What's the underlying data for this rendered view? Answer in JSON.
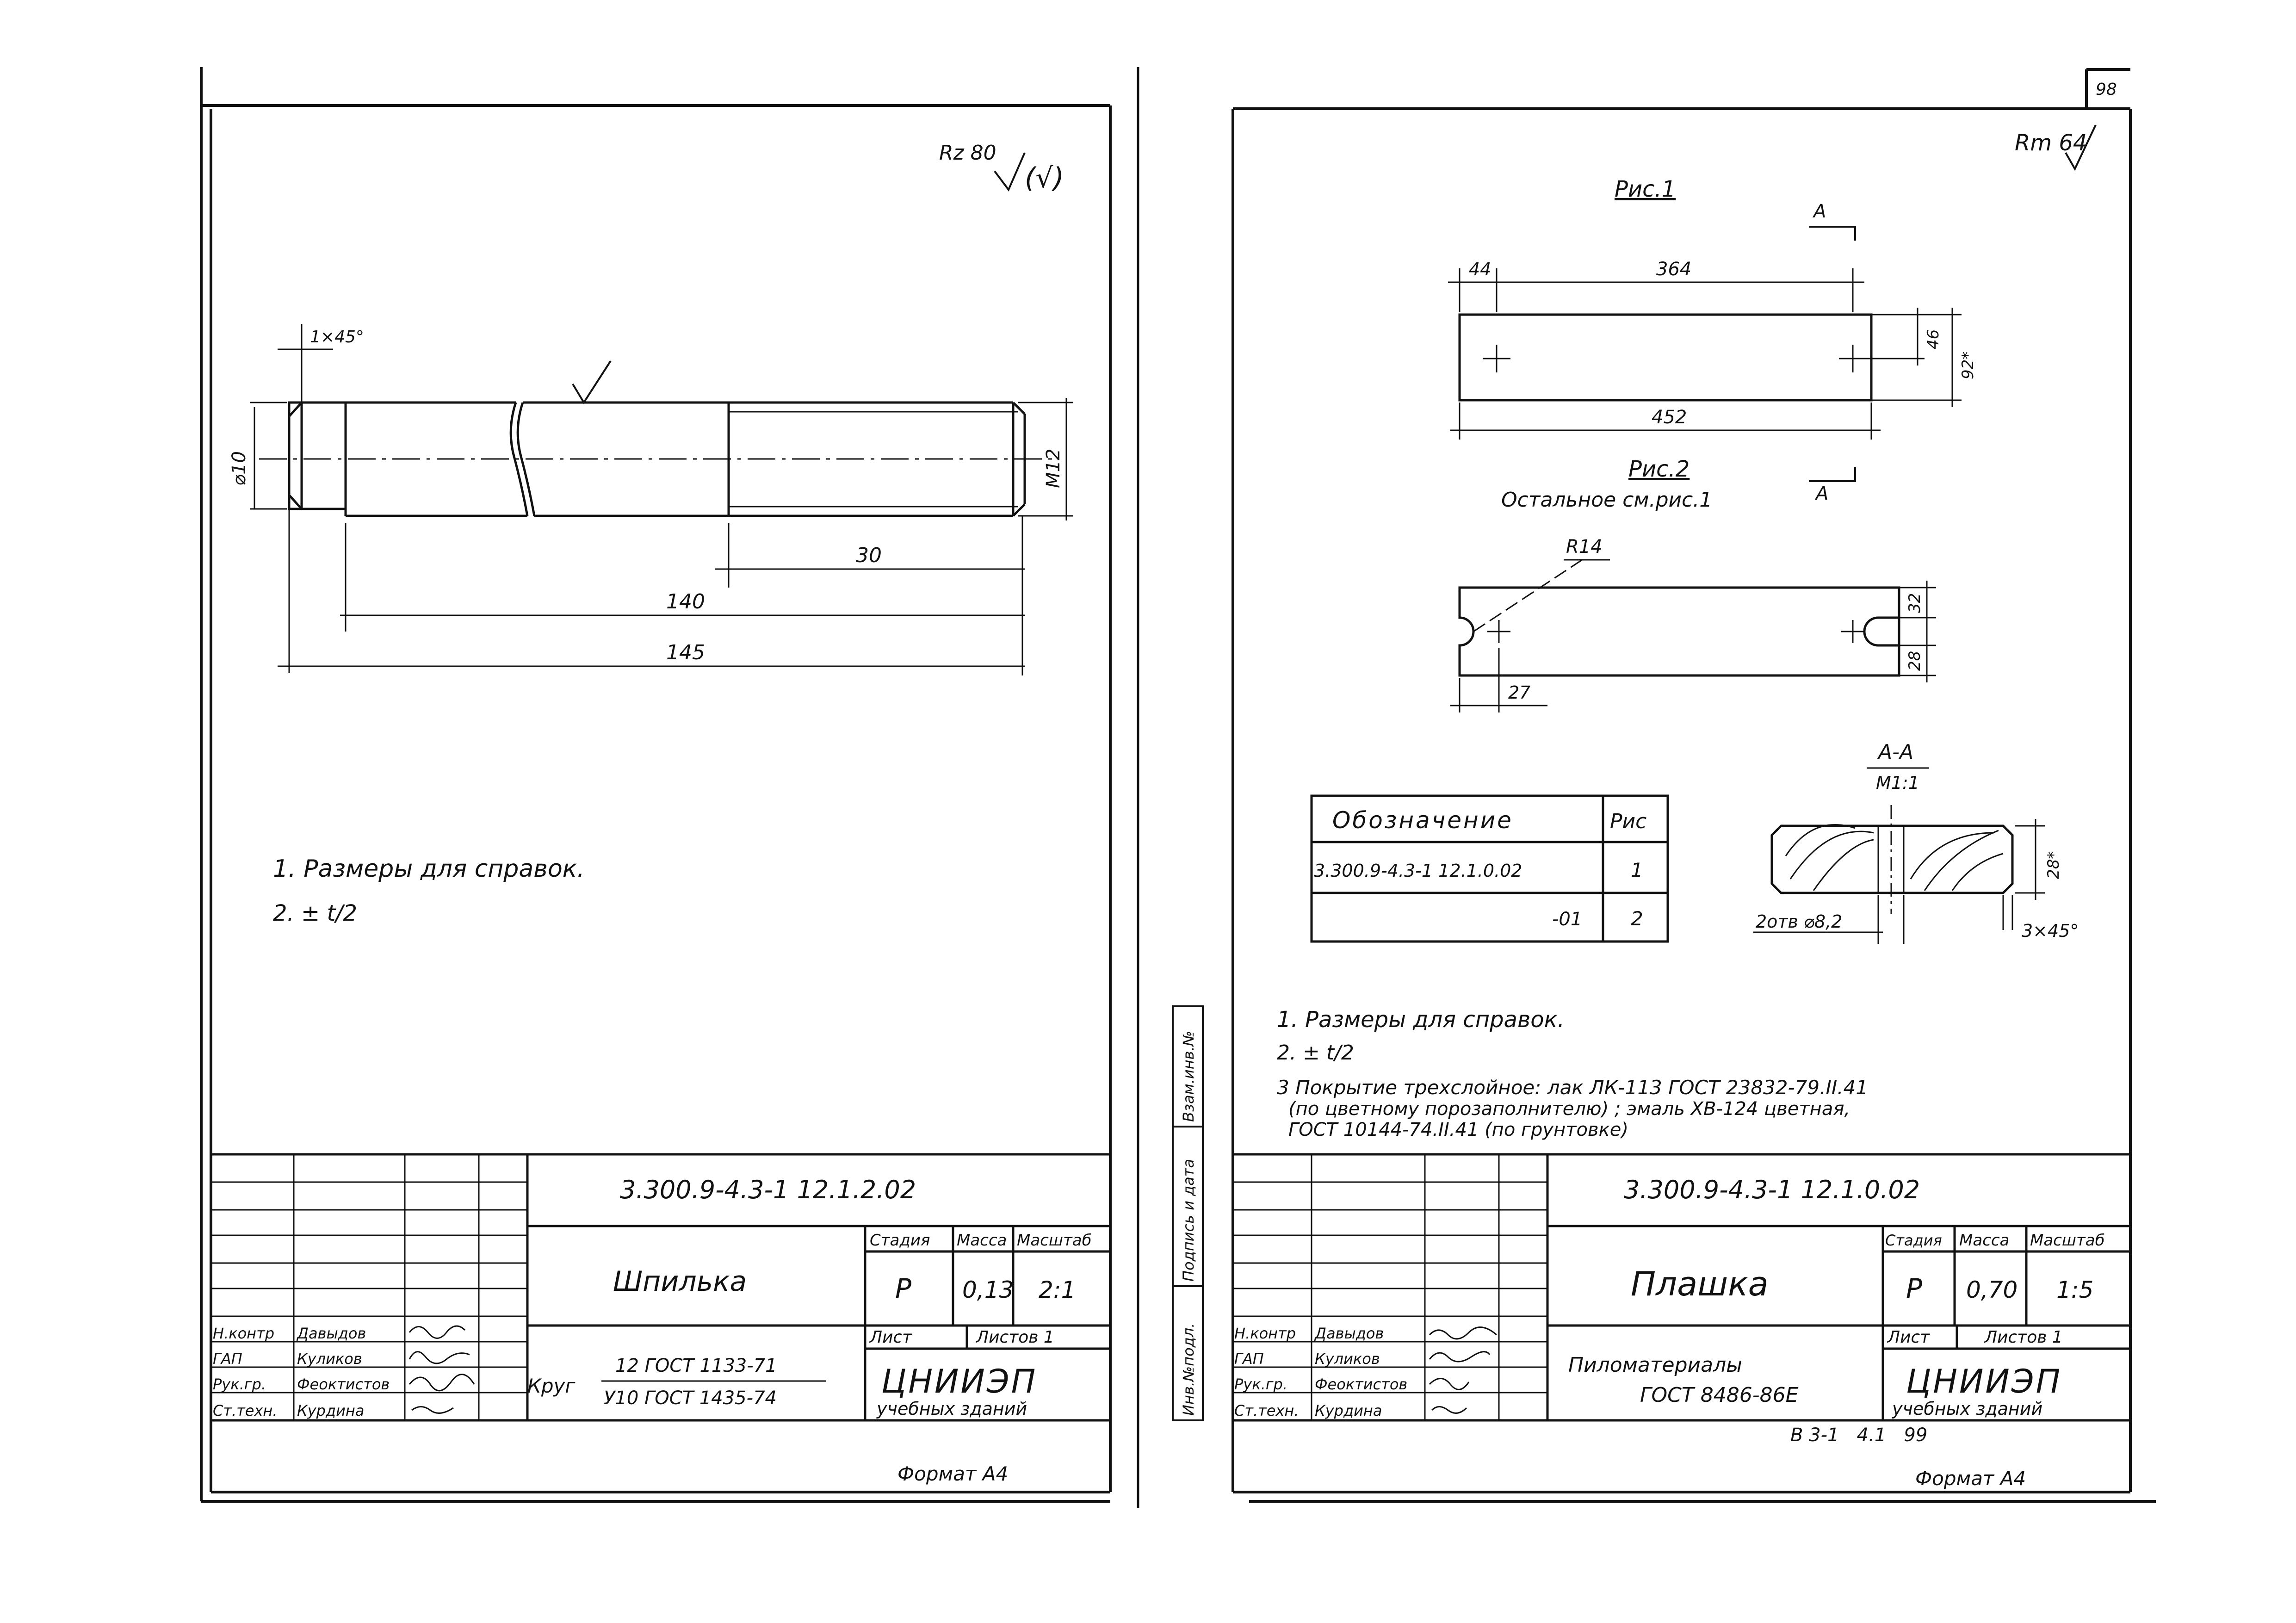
{
  "page_number": "98",
  "series_code": "В 3-1   4.1   99",
  "left_sheet": {
    "roughness_mark": "Rz 80",
    "roughness_suffix": "(√)",
    "stud_dims": {
      "chamfer": "1×45°",
      "diameter": "⌀10",
      "thread": "M12",
      "thread_length": "30",
      "length_140": "140",
      "length_145": "145"
    },
    "notes": [
      "1. Размеры для справок.",
      "2. ± t/2"
    ],
    "format": "Формат А4",
    "title_block": {
      "doc_code": "3.300.9-4.3-1 12.1.2.02",
      "title": "Шпилька",
      "stage_label": "Стадия",
      "mass_label": "Масса",
      "scale_label": "Масштаб",
      "stage": "Р",
      "mass": "0,13",
      "scale": "2:1",
      "sheet_label": "Лист",
      "sheets_label": "Листов 1",
      "material_line1": "12 ГОСТ 1133-71",
      "material_prefix": "Круг",
      "material_line2": "У10 ГОСТ 1435-74",
      "org_line1": "ЦНИИЭП",
      "org_line2": "учебных зданий",
      "roles": [
        "Н.контр",
        "ГАП",
        "Рук.гр.",
        "Ст.техн."
      ],
      "names": [
        "Давыдов",
        "Куликов",
        "Феоктистов",
        "Курдина"
      ]
    }
  },
  "right_sheet": {
    "roughness_mark": "Rm 64",
    "fig1_label": "Рис.1",
    "fig2_label": "Рис.2",
    "fig2_note": "Остальное см.рис.1",
    "section_mark": "А",
    "fig1_dims": {
      "d44": "44",
      "d364": "364",
      "d452": "452",
      "d46": "46",
      "d92": "92*"
    },
    "fig2_dims": {
      "r14": "R14",
      "d32": "32",
      "d28": "28",
      "d27": "27"
    },
    "section_title": "А-А",
    "section_scale": "М1:1",
    "section_dims": {
      "holes": "2отв ⌀8,2",
      "d28": "28*",
      "chamfer": "3×45°"
    },
    "table": {
      "headers": [
        "Обозначение",
        "Рис"
      ],
      "rows": [
        {
          "designation": "3.300.9-4.3-1 12.1.0.02",
          "fig": "1"
        },
        {
          "designation": "-01",
          "fig": "2"
        }
      ]
    },
    "notes": [
      "1. Размеры для справок.",
      "2. ± t/2",
      "3  Покрытие трехслойное: лак ЛК-113 ГОСТ 23832-79.II.41",
      "(по цветному порозаполнителю) ; эмаль ХВ-124 цветная,",
      "ГОСТ 10144-74.II.41 (по грунтовке)"
    ],
    "side_stamp": [
      "Инв.№подл.",
      "Подпись и дата",
      "Взам.инв.№"
    ],
    "format": "Формат А4",
    "title_block": {
      "doc_code": "3.300.9-4.3-1 12.1.0.02",
      "title": "Плашка",
      "stage_label": "Стадия",
      "mass_label": "Масса",
      "scale_label": "Масштаб",
      "stage": "Р",
      "mass": "0,70",
      "scale": "1:5",
      "sheet_label": "Лист",
      "sheets_label": "Листов 1",
      "material_line1": "Пиломатериалы",
      "material_line2": "ГОСТ 8486-86Е",
      "org_line1": "ЦНИИЭП",
      "org_line2": "учебных зданий",
      "roles": [
        "Н.контр",
        "ГАП",
        "Рук.гр.",
        "Ст.техн."
      ],
      "names": [
        "Давыдов",
        "Куликов",
        "Феоктистов",
        "Курдина"
      ]
    }
  }
}
